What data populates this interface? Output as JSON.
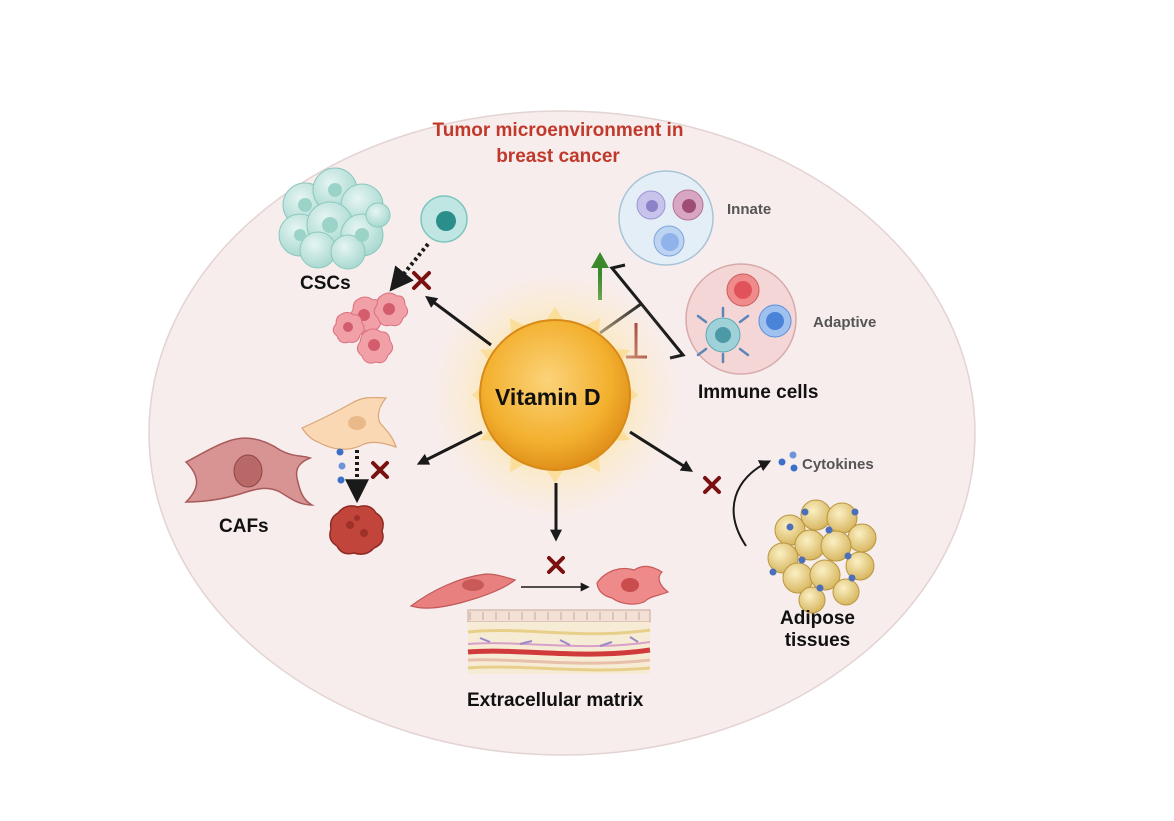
{
  "title": {
    "line1": "Tumor microenvironment in",
    "line2": "breast cancer"
  },
  "center": {
    "label": "Vitamin D"
  },
  "labels": {
    "cscs": "CSCs",
    "cafs": "CAFs",
    "ecm": "Extracellular matrix",
    "immune": "Immune cells",
    "innate": "Innate",
    "adaptive": "Adaptive",
    "cytokines": "Cytokines",
    "adipose_line1": "Adipose",
    "adipose_line2": "tissues"
  },
  "colors": {
    "background_ellipse": "#f7eded",
    "title": "#c0392b",
    "sun_core": "#f0a91c",
    "sun_glow": "#fde7b0",
    "inhibit_cross": "#7a1010",
    "activate_arrow": "#3a8a2a",
    "suppress_bar": "#8b1a1a",
    "arrow": "#1a1a1a"
  }
}
